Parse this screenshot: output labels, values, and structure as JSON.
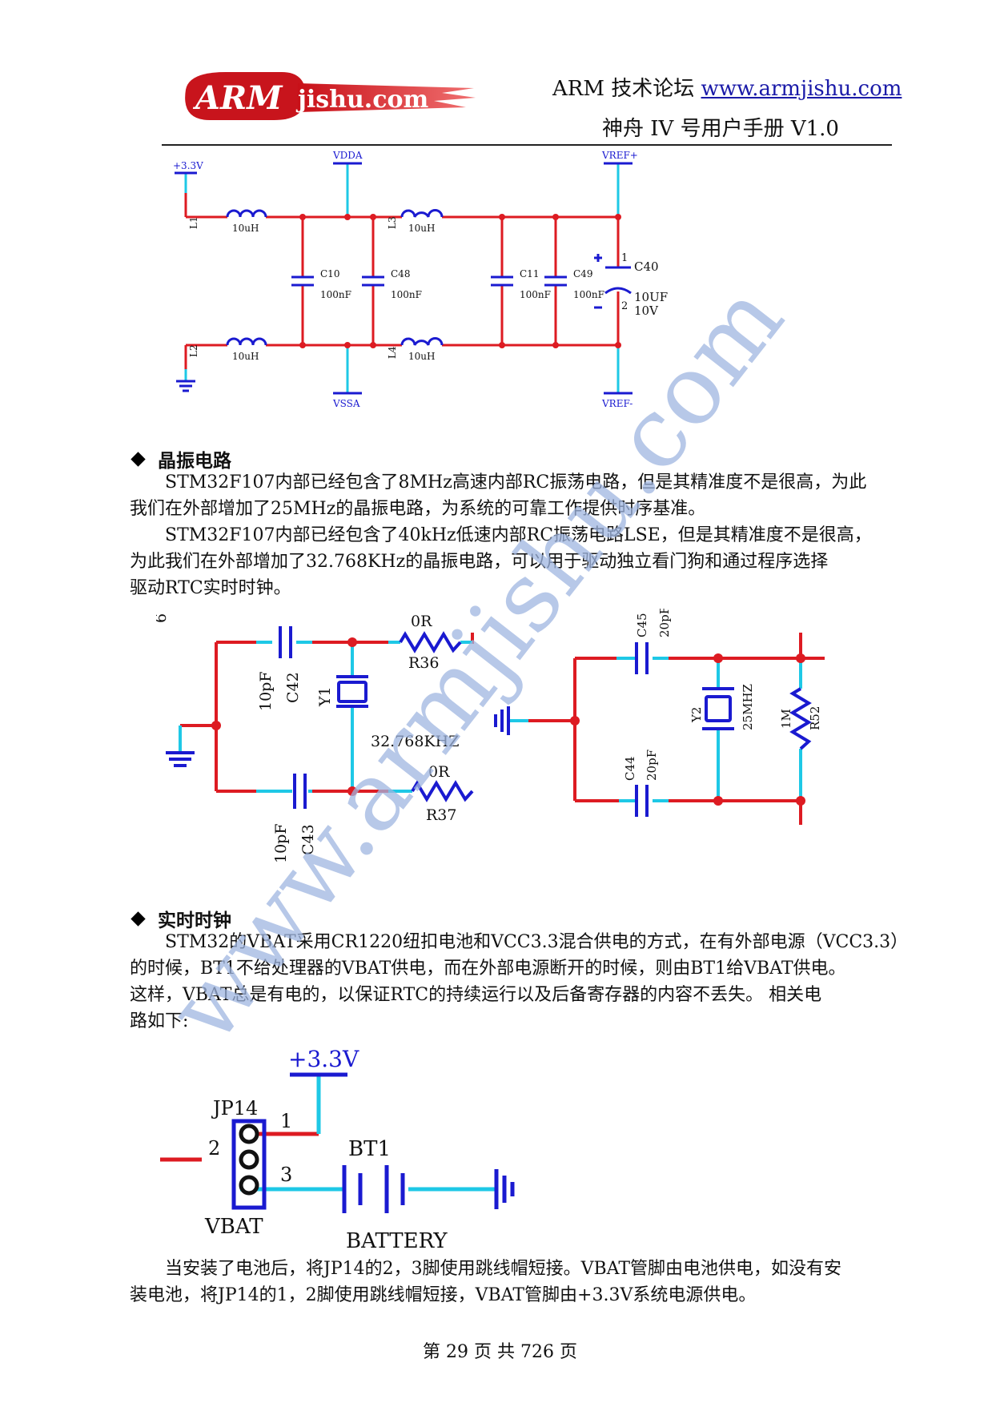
{
  "header": {
    "logo_text_arm": "ARM",
    "logo_text_rest": "jishu.com",
    "forum_label": "ARM 技术论坛",
    "forum_url": "www.armjishu.com",
    "manual_title": "神舟 IV 号用户手册 V1.0"
  },
  "schematic_adc": {
    "nets": {
      "supply": "+3.3V",
      "vdda": "VDDA",
      "vssa": "VSSA",
      "vref_plus": "VREF+",
      "vref_minus": "VREF-"
    },
    "inductors": [
      {
        "ref": "L1",
        "value": "10uH"
      },
      {
        "ref": "L3",
        "value": "10uH"
      },
      {
        "ref": "L2",
        "value": "10uH"
      },
      {
        "ref": "L4",
        "value": "10uH"
      }
    ],
    "capacitors": [
      {
        "ref": "C10",
        "value": "100nF"
      },
      {
        "ref": "C48",
        "value": "100nF"
      },
      {
        "ref": "C11",
        "value": "100nF"
      },
      {
        "ref": "C49",
        "value": "100nF"
      }
    ],
    "electrolytic": {
      "ref": "C40",
      "value": "10UF",
      "voltage": "10V",
      "pin1": "1",
      "pin2": "2",
      "plus": "+"
    }
  },
  "section_crystal": {
    "heading": "晶振电路",
    "para1": [
      "STM32F107内部已经包含了8MHz高速内部RC振荡电路，但是其精准度不是很高，为此",
      "我们在外部增加了25MHz的晶振电路，为系统的可靠工作提供时序基准。"
    ],
    "para2": [
      "STM32F107内部已经包含了40kHz低速内部RC振荡电路LSE，但是其精准度不是很高，",
      "为此我们在外部增加了32.768KHz的晶振电路，可以用于驱动独立看门狗和通过程序选择",
      "驱动RTC实时时钟。"
    ]
  },
  "schematic_crystal": {
    "left": {
      "edge_label": "6",
      "c42": {
        "ref": "C42",
        "value": "10pF"
      },
      "c43": {
        "ref": "C43",
        "value": "10pF"
      },
      "r36": {
        "ref": "R36",
        "value": "0R"
      },
      "r37": {
        "ref": "R37",
        "value": "0R"
      },
      "y1": {
        "ref": "Y1",
        "value": "32.768KHZ"
      }
    },
    "right": {
      "c45": {
        "ref": "C45",
        "value": "20pF"
      },
      "c44": {
        "ref": "C44",
        "value": "20pF"
      },
      "y2": {
        "ref": "Y2",
        "value": "25MHZ"
      },
      "r52": {
        "ref": "R52",
        "value": "1M"
      }
    }
  },
  "section_rtc": {
    "heading": "实时时钟",
    "para": [
      "STM32的VBAT采用CR1220纽扣电池和VCC3.3混合供电的方式，在有外部电源（VCC3.3）",
      "的时候，BT1不给处理器的VBAT供电，而在外部电源断开的时候，则由BT1给VBAT供电。",
      "这样，VBAT总是有电的，以保证RTC的持续运行以及后备寄存器的内容不丢失。 相关电",
      "路如下:"
    ]
  },
  "schematic_battery": {
    "supply": "+3.3V",
    "jumper": "JP14",
    "pin1": "1",
    "pin2": "2",
    "pin3": "3",
    "vbat": "VBAT",
    "battery_ref": "BT1",
    "battery_label": "BATTERY"
  },
  "closing_para": [
    "当安装了电池后，将JP14的2，3脚使用跳线帽短接。VBAT管脚由电池供电，如没有安",
    "装电池，将JP14的1，2脚使用跳线帽短接，VBAT管脚由+3.3V系统电源供电。"
  ],
  "watermark": "www.armjishu.com",
  "footer": "第 29 页 共 726 页",
  "colors": {
    "wire": "#dd1b22",
    "pin": "#1ec8e6",
    "component": "#1a1ad0",
    "watermark": "#9fb6e0"
  }
}
